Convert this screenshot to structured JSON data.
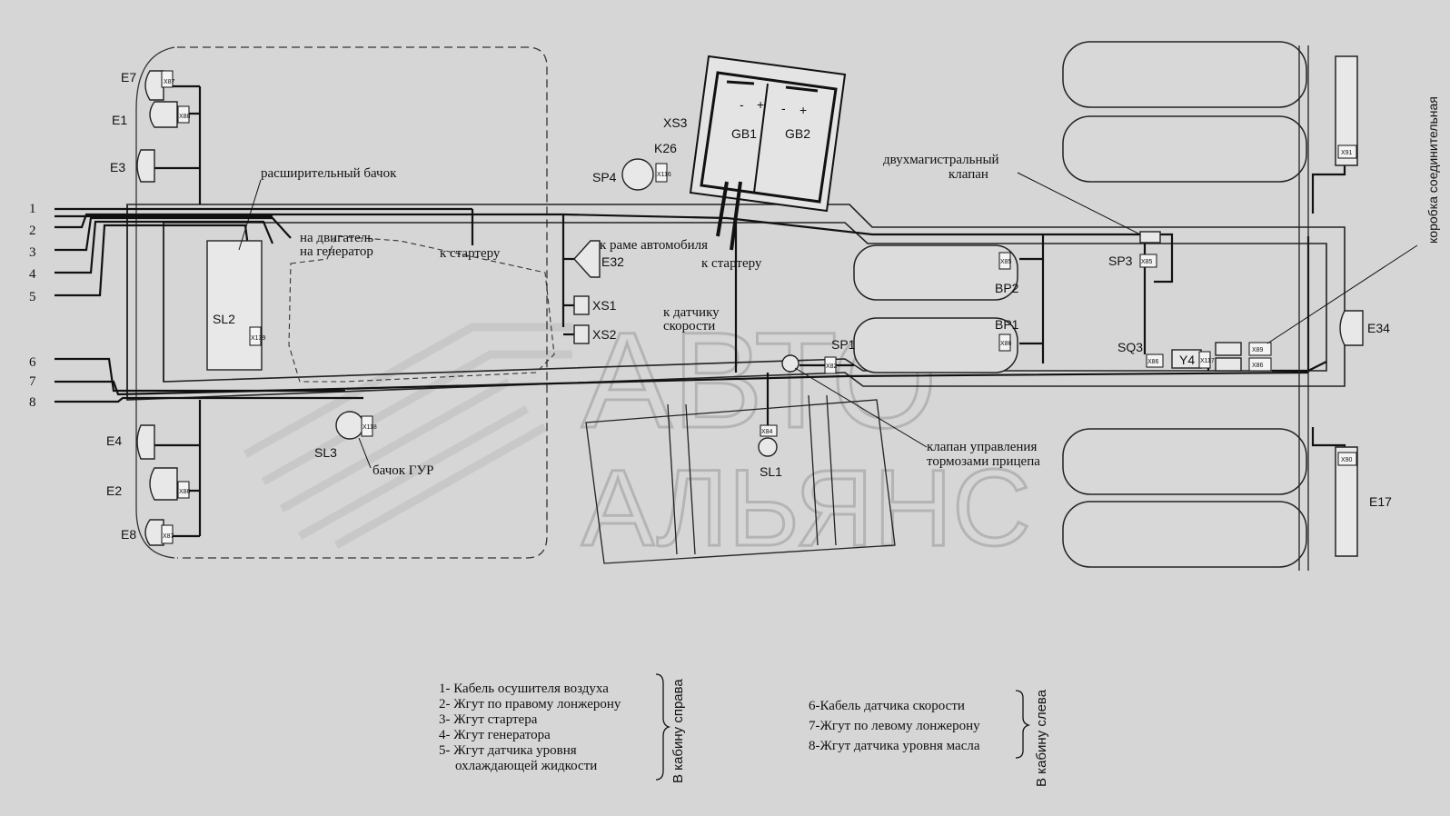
{
  "wire_numbers": [
    "1",
    "2",
    "3",
    "4",
    "5",
    "6",
    "7",
    "8"
  ],
  "components": {
    "E7": "E7",
    "E1": "E1",
    "E3": "E3",
    "E4": "E4",
    "E2": "E2",
    "E8": "E8",
    "SL2": "SL2",
    "SL3": "SL3",
    "SL1": "SL1",
    "GB1": "GB1",
    "GB2": "GB2",
    "XS3": "XS3",
    "K26": "K26",
    "SP4": "SP4",
    "E32": "E32",
    "XS1": "XS1",
    "XS2": "XS2",
    "BP2": "BP2",
    "BP1": "BP1",
    "SP1": "SP1",
    "SP3": "SP3",
    "SQ3": "SQ3",
    "Y4": "Y4",
    "E34": "E34",
    "E17": "E17",
    "minus": "-",
    "plus": "+"
  },
  "connectors": {
    "X87": "X87",
    "X88": "X88",
    "X85a": "X85",
    "X86a": "X86",
    "X87b": "X87",
    "X116": "X116",
    "X139": "X139",
    "X118": "X118",
    "X84": "X84",
    "X85b": "X85",
    "X89": "X89",
    "X86b": "X86",
    "X91": "X91",
    "X90": "X90",
    "X86c": "X86",
    "X117": "X117",
    "X82": "X82",
    "X85c": "X85",
    "X86d": "X86"
  },
  "annotations": {
    "expansion_tank": "расширительный бачок",
    "to_engine": "на двигатель",
    "to_generator": "на генератор",
    "to_starter_1": "к стартеру",
    "to_frame": "к раме автомобиля",
    "to_starter_2": "к стартеру",
    "to_speed_sensor_1": "к датчику",
    "to_speed_sensor_2": "скорости",
    "dual_valve_1": "двухмагистральный",
    "dual_valve_2": "клапан",
    "trailer_valve_1": "клапан управления",
    "trailer_valve_2": "тормозами прицепа",
    "power_steering_tank": "бачок ГУР",
    "junction_box": "коробка соединительная"
  },
  "watermark": {
    "line1": "АВТО",
    "line2": "АЛЬЯНС"
  },
  "legend_right": {
    "items": [
      "1- Кабель осушителя воздуха",
      "2- Жгут по правому лонжерону",
      "3- Жгут стартера",
      "4- Жгут генератора",
      "5- Жгут датчика уровня",
      "охлаждающей жидкости"
    ],
    "side_label": "В кабину справа"
  },
  "legend_left": {
    "items": [
      "6-Кабель датчика скорости",
      "7-Жгут по левому лонжерону",
      "8-Жгут датчика уровня масла"
    ],
    "side_label": "В кабину слева"
  }
}
